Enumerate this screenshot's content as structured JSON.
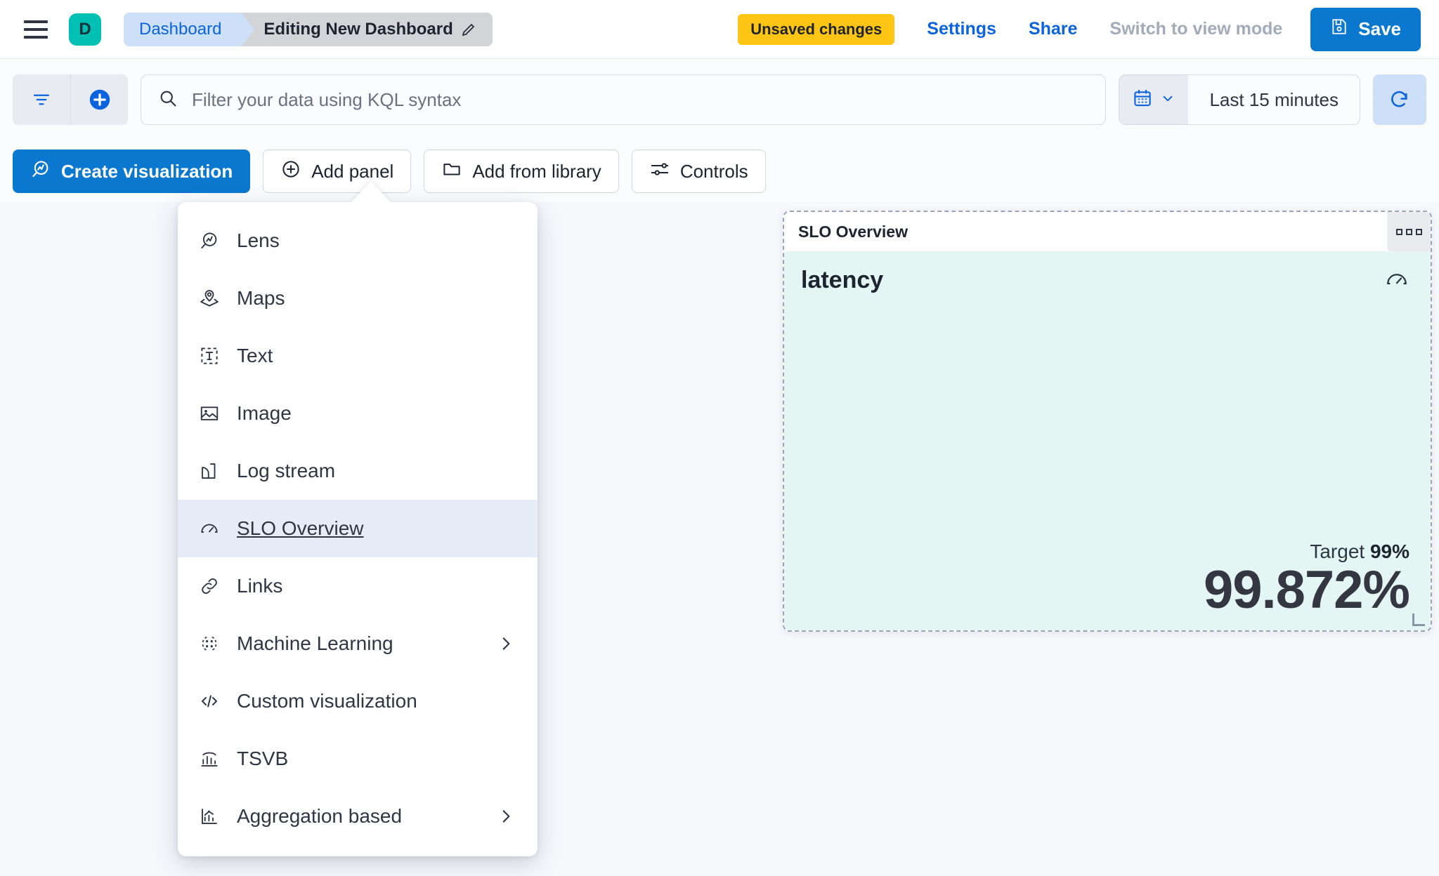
{
  "header": {
    "menu_icon": "hamburger-menu-icon",
    "space_avatar": "D",
    "breadcrumbs": [
      {
        "label": "Dashboard",
        "name": "breadcrumb-dashboard"
      },
      {
        "label": "Editing New Dashboard",
        "name": "breadcrumb-editing-new-dashboard",
        "icon": "pencil-icon"
      }
    ],
    "unsaved_badge": "Unsaved changes",
    "settings_label": "Settings",
    "share_label": "Share",
    "view_mode_label": "Switch to view mode",
    "save_label": "Save",
    "save_icon": "save-disk-icon"
  },
  "querybar": {
    "filter_icon": "filter-icon",
    "add_filter_icon": "add-filter-plus-icon",
    "search_icon": "search-icon",
    "placeholder": "Filter your data using KQL syntax",
    "value": "",
    "calendar_icon": "calendar-icon",
    "chevron_icon": "chevron-down-icon",
    "time_range": "Last 15 minutes",
    "refresh_icon": "refresh-icon"
  },
  "toolbar": {
    "buttons": [
      {
        "label": "Create visualization",
        "icon": "lens-icon",
        "name": "create-visualization-button",
        "primary": true
      },
      {
        "label": "Add panel",
        "icon": "plus-circle-icon",
        "name": "add-panel-button",
        "primary": false
      },
      {
        "label": "Add from library",
        "icon": "folder-icon",
        "name": "add-from-library-button",
        "primary": false
      },
      {
        "label": "Controls",
        "icon": "controls-icon",
        "name": "controls-button",
        "primary": false
      }
    ]
  },
  "add_panel_menu": {
    "items": [
      {
        "label": "Lens",
        "icon": "lens-icon",
        "name": "menu-item-lens",
        "selected": false,
        "submenu": false
      },
      {
        "label": "Maps",
        "icon": "maps-pin-icon",
        "name": "menu-item-maps",
        "selected": false,
        "submenu": false
      },
      {
        "label": "Text",
        "icon": "text-box-icon",
        "name": "menu-item-text",
        "selected": false,
        "submenu": false
      },
      {
        "label": "Image",
        "icon": "image-icon",
        "name": "menu-item-image",
        "selected": false,
        "submenu": false
      },
      {
        "label": "Log stream",
        "icon": "log-stream-icon",
        "name": "menu-item-log-stream",
        "selected": false,
        "submenu": false
      },
      {
        "label": "SLO Overview",
        "icon": "gauge-icon",
        "name": "menu-item-slo-overview",
        "selected": true,
        "submenu": false
      },
      {
        "label": "Links",
        "icon": "link-icon",
        "name": "menu-item-links",
        "selected": false,
        "submenu": false
      },
      {
        "label": "Machine Learning",
        "icon": "machine-learning-icon",
        "name": "menu-item-machine-learning",
        "selected": false,
        "submenu": true
      },
      {
        "label": "Custom visualization",
        "icon": "code-icon",
        "name": "menu-item-custom-visualization",
        "selected": false,
        "submenu": false
      },
      {
        "label": "TSVB",
        "icon": "tsvb-icon",
        "name": "menu-item-tsvb",
        "selected": false,
        "submenu": false
      },
      {
        "label": "Aggregation based",
        "icon": "aggregation-chart-icon",
        "name": "menu-item-aggregation-based",
        "selected": false,
        "submenu": true
      }
    ],
    "submenu_arrow_icon": "chevron-right-icon"
  },
  "slo_panel": {
    "panel_title": "SLO Overview",
    "context_menu_icon": "panel-context-menu-icon",
    "metric_name": "latency",
    "gauge_icon": "gauge-icon",
    "target_label": "Target",
    "target_value": "99%",
    "sli_value": "99.872%",
    "resize_handle_icon": "resize-handle-icon"
  },
  "colors": {
    "accent_blue": "#0b78d0",
    "link_blue": "#0b64dd",
    "warning_yellow": "#fec514",
    "space_teal": "#00bfb3",
    "panel_body_teal": "#e4f6f4",
    "menu_selected_blue": "#e6edf8",
    "page_background": "#f7f8fc"
  }
}
